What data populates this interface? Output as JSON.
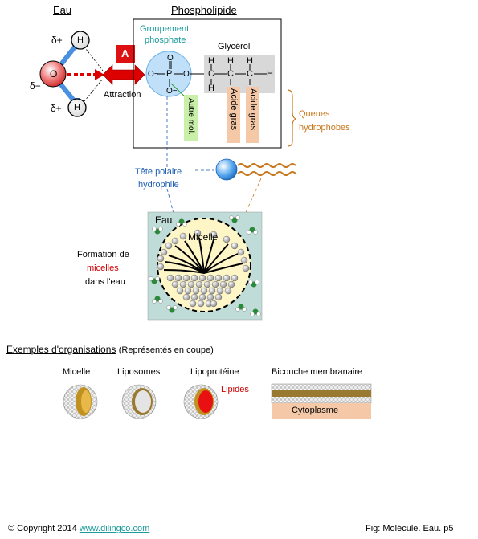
{
  "headings": {
    "water": "Eau",
    "phospholipid": "Phospholipide"
  },
  "water_molecule": {
    "oxygen": "O",
    "hydrogen": "H",
    "delta_plus": "δ+",
    "delta_minus": "δ−"
  },
  "badge": "A",
  "attraction": "Attraction",
  "phosphate_group": {
    "label_line1": "Groupement",
    "label_line2": "phosphate",
    "O": "O",
    "O_minus": "O−",
    "P": "P"
  },
  "glycerol": {
    "label": "Glycérol",
    "C": "C",
    "H": "H"
  },
  "other_mol": "Autre mol.",
  "fatty_acid": "Acide gras",
  "tails": {
    "line1": "Queues",
    "line2": "hydrophobes"
  },
  "head": {
    "line1": "Tête polaire",
    "line2": "hydrophile"
  },
  "micelle_box": {
    "water": "Eau",
    "micelle": "Micelle"
  },
  "formation": {
    "line1": "Formation de",
    "link": "micelles",
    "line3": "dans l'eau"
  },
  "examples": {
    "title": "Exemples d'organisations",
    "note": "(Représentés en coupe)"
  },
  "orgs": [
    "Micelle",
    "Liposomes",
    "Lipoprotéine",
    "Bicouche membranaire"
  ],
  "lipids": "Lipides",
  "cytoplasm": "Cytoplasme",
  "footer": {
    "copyright": "© Copyright 2014",
    "link": "www.dilingco.com",
    "fig": "Fig:  Molécule. Eau. p5"
  },
  "colors": {
    "head_blue": "#4aa0e8",
    "arrow_red": "#dd0000",
    "teal": "#1a9a9a",
    "orange": "#c8781e",
    "fatty_bg": "#f5c8a8",
    "glycerol_bg": "#d8d8d8",
    "micelle_bg": "#fff6c8",
    "box_bg": "#c0dcd8"
  }
}
